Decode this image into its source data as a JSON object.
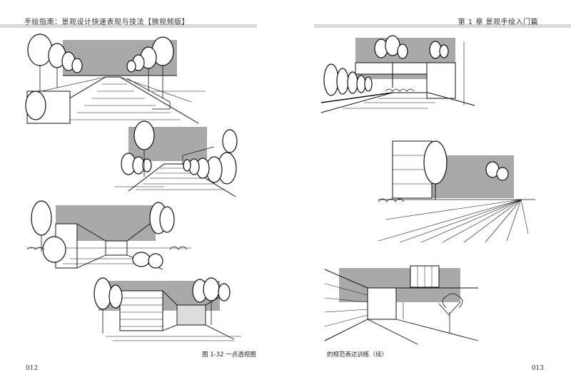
{
  "header": {
    "left_title": "手绘指南：景观设计快速表现与技法【微视频版】",
    "right_title": "第 1 章   景观手绘入门篇"
  },
  "captions": {
    "left": "图 1-32    一点透视图",
    "right": "的规范表达训练（续）"
  },
  "page_numbers": {
    "left": "012",
    "right": "013"
  },
  "colors": {
    "sky_gray": "#a9a9a9",
    "header_bar": "#d9d9d9",
    "ink": "#111111"
  }
}
